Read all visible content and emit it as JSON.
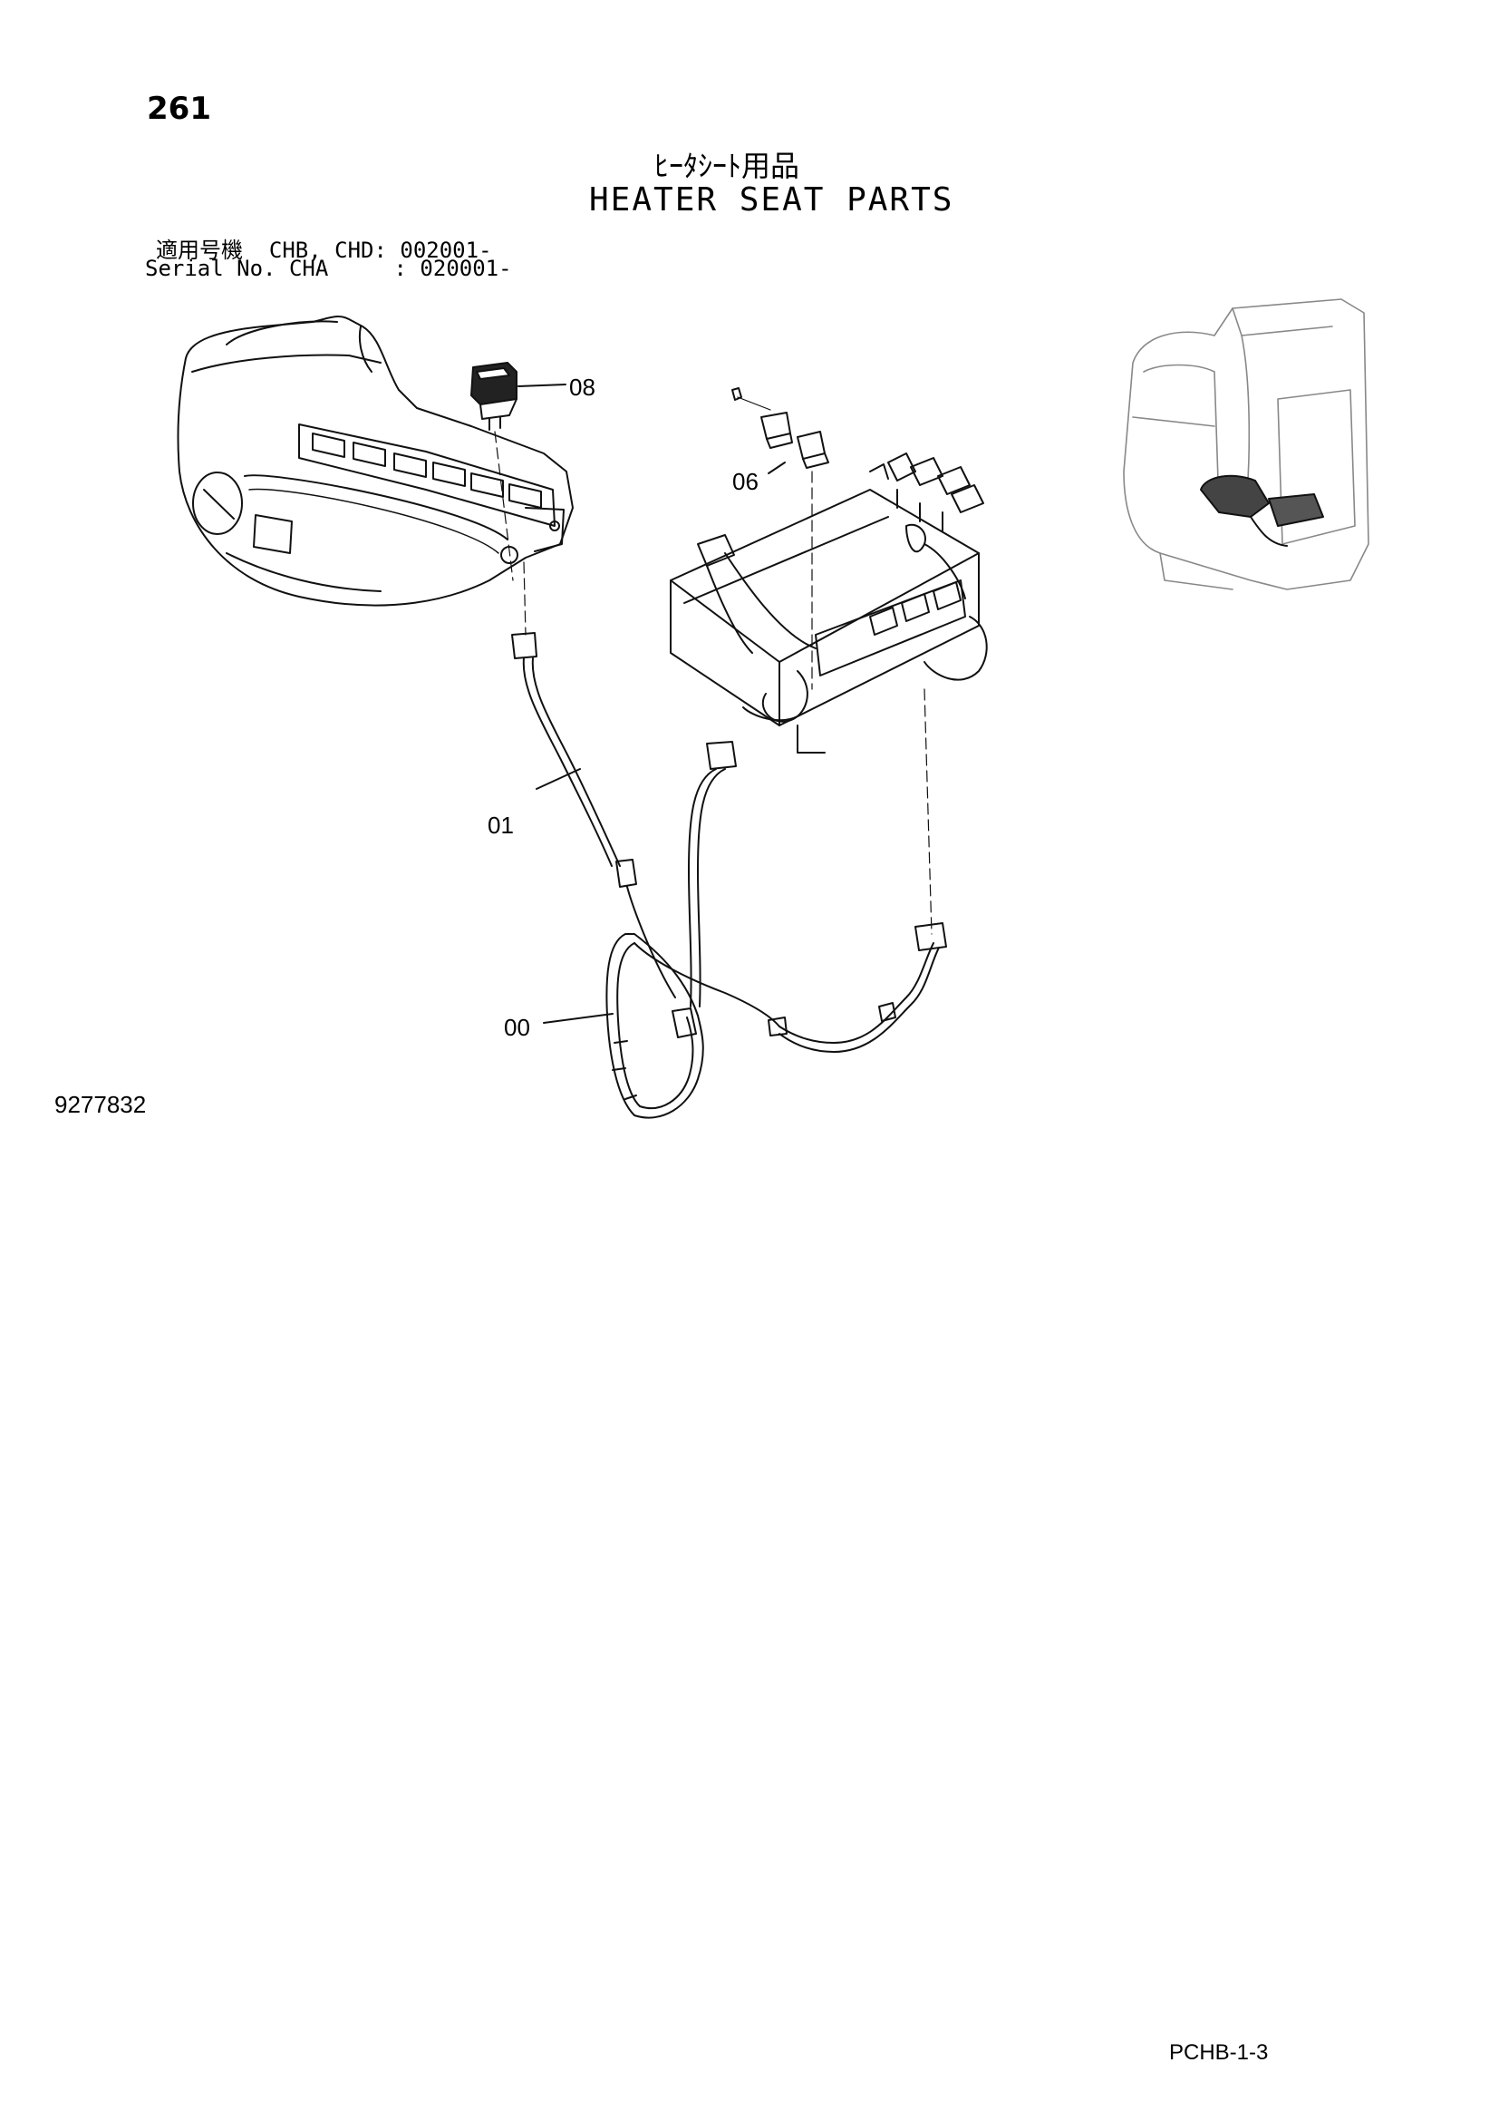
{
  "page": {
    "number": "261",
    "title_jp": "ﾋｰﾀｼｰﾄ用品",
    "title_en": "HEATER SEAT PARTS",
    "serial_line_1": "適用号機  CHB, CHD: 002001-",
    "serial_line_2": "Serial No. CHA     : 020001-",
    "drawing_number": "9277832",
    "page_code": "PCHB-1-3"
  },
  "callouts": {
    "c08": "08",
    "c06": "06",
    "c01": "01",
    "c00": "00"
  },
  "icons": {
    "console": "operator-console-icon",
    "switch": "rocker-switch-icon",
    "relay": "relay-icon",
    "controller": "controller-unit-icon",
    "harness": "wire-harness-icon",
    "cab": "cab-location-icon"
  }
}
